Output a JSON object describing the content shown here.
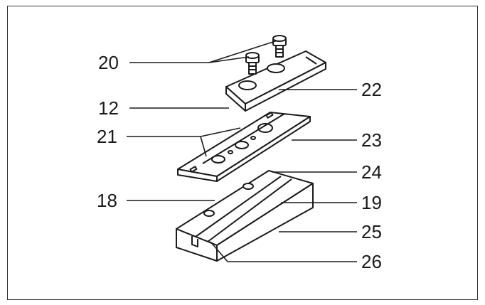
{
  "diagram": {
    "labels": {
      "l20": "20",
      "l12": "12",
      "l21": "21",
      "l18": "18",
      "l22": "22",
      "l23": "23",
      "l24": "24",
      "l19": "19",
      "l25": "25",
      "l26": "26"
    },
    "colors": {
      "line": "#1a1a1a",
      "fill": "#ffffff",
      "frame": "#333333"
    }
  }
}
